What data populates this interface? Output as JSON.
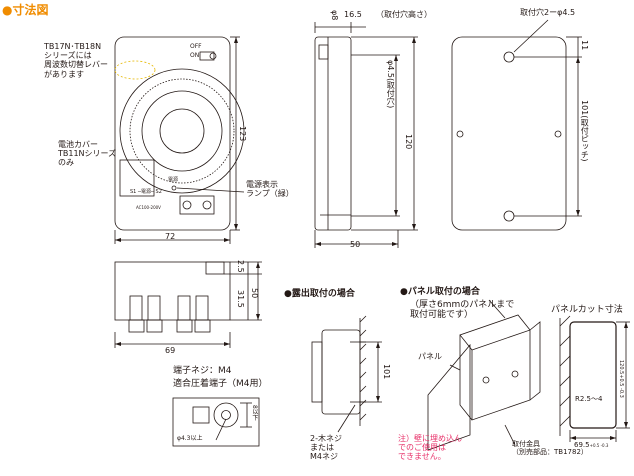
{
  "section_title": "●寸法図",
  "front_view": {
    "note_lines": [
      "TB17N･TB18N",
      "シリーズには",
      "周波数切替レバー",
      "があります"
    ],
    "battery_lines": [
      "電池カバー",
      "TB11Nシリーズ",
      "のみ"
    ],
    "lamp_lines": [
      "電源表示",
      "ランプ（緑）"
    ],
    "off_label": "OFF",
    "on_label": "ON",
    "power_label": "電源",
    "terminal_text": "S1 ─電源─ S2",
    "rating_text": "AC100-200V",
    "dim_height": "123",
    "dim_width": "72"
  },
  "side_view": {
    "dim_top": "16.5",
    "dim_top_note": "（取付穴高さ）",
    "dim_phi": "φ8",
    "dim_hole": "φ4.5(取付穴)",
    "dim_120": "120",
    "dim_width": "50"
  },
  "back_view": {
    "hole_label": "取付穴2ーφ4.5",
    "dim_11": "11",
    "dim_pitch": "101(取付ピッチ)"
  },
  "bottom_view": {
    "dim_25": "2.5",
    "dim_315": "31.5",
    "dim_50": "50",
    "dim_69": "69"
  },
  "terminal_info": {
    "screw": "端子ネジ：M4",
    "crimp": "適合圧着端子（M4用）",
    "dim_8": "8以下",
    "dim_43": "φ4.3以上"
  },
  "exposed_mount": {
    "title": "●露出取付の場合",
    "dim_101": "101",
    "screw_lines": [
      "2-木ネジ",
      "または",
      "M4ネジ"
    ]
  },
  "panel_mount": {
    "title": "●パネル取付の場合",
    "sub_lines": [
      "（厚さ6mmのパネルまで",
      "取付可能です）"
    ],
    "panel_label": "パネル",
    "note_lines": [
      "注）壁に埋め込ん",
      "でのご使用は",
      "できません。"
    ],
    "fitting_lines": [
      "取付金具",
      "（別売部品：TB1782）"
    ]
  },
  "panel_cut": {
    "title": "パネルカット寸法",
    "radius": "R2.5〜4",
    "dim_120": "120.5",
    "dim_120_tol": "+0.5 -0.3",
    "dim_69": "69.5",
    "dim_69_tol": "+0.5 -0.3"
  }
}
